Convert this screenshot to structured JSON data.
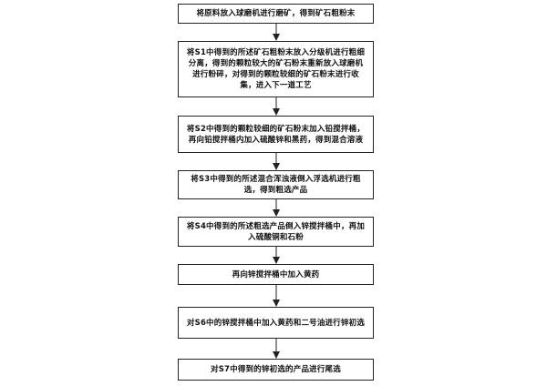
{
  "steps": [
    "将原料放入球磨机进行磨矿，得到矿石粗粉末",
    "将S1中得到的所述矿石粗粉末放入分级机进行粗细分离，得到的颗粒较大的矿石粉末重新放入球磨机进行粉碎，对得到的颗粒较细的矿石粉末进行收集，进入下一道工艺",
    "将S2中得到的颗粒较细的矿石粉末加入铅搅拌桶，再向铅搅拌桶内加入硫酸锌和黑药，得到混合溶液",
    "将S3中得到的所述混合浑浊液倒入浮选机进行粗选，得到粗选产品",
    "将S4中得到的所述粗选产品倒入锌搅拌桶中，再加入硫酸铜和石粉",
    "再向锌搅拌桶中加入黄药",
    "对S6中的锌搅拌桶中加入黄药和二号油进行锌初选",
    "对S7中得到的锌初选的产品进行尾选"
  ]
}
